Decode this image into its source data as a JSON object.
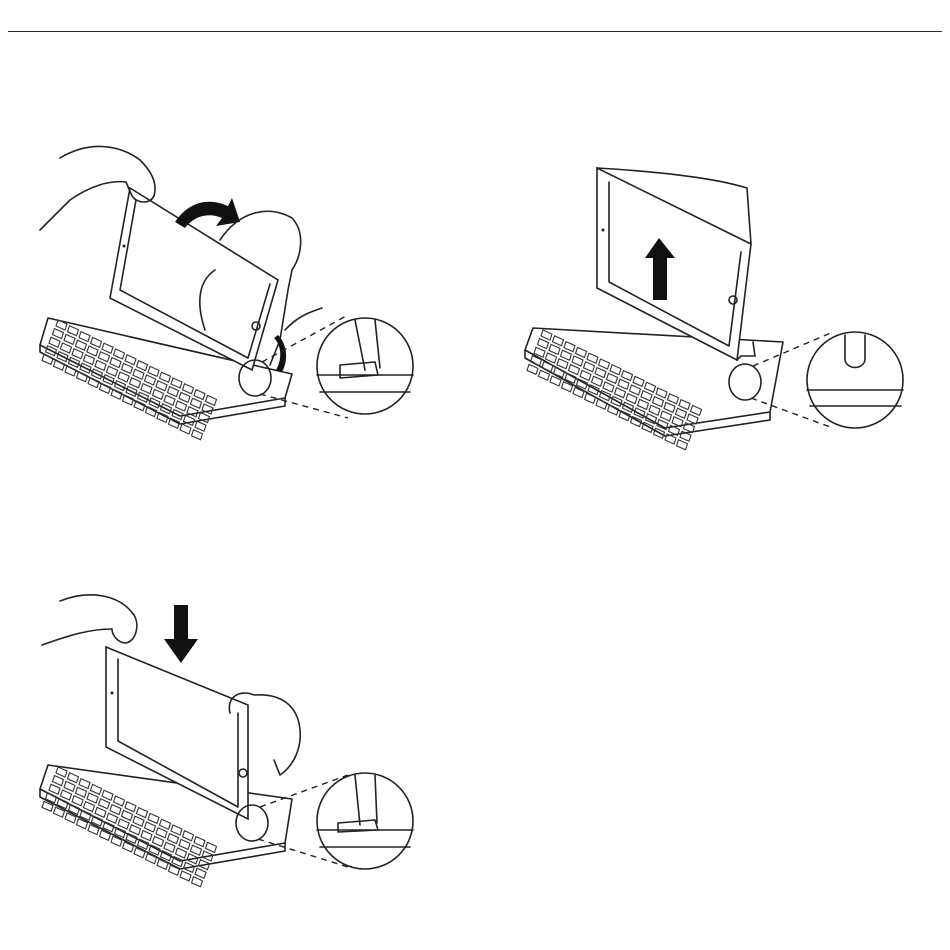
{
  "page": {
    "background_color": "#ffffff",
    "line_color": "#222222"
  },
  "illustrations": [
    {
      "id": "step-1",
      "arrow": "curved",
      "zoom_detail": "latch-engaged",
      "icons": [
        "hand-icon",
        "tablet-icon",
        "keyboard-icon",
        "zoom-circle-icon",
        "curved-arrow-icon"
      ]
    },
    {
      "id": "step-2",
      "arrow": "up",
      "zoom_detail": "latch-open",
      "icons": [
        "tablet-icon",
        "keyboard-icon",
        "zoom-circle-icon",
        "up-arrow-icon"
      ]
    },
    {
      "id": "step-3",
      "arrow": "down",
      "zoom_detail": "latch-engaged",
      "icons": [
        "hand-icon",
        "tablet-icon",
        "keyboard-icon",
        "zoom-circle-icon",
        "down-arrow-icon"
      ]
    }
  ]
}
